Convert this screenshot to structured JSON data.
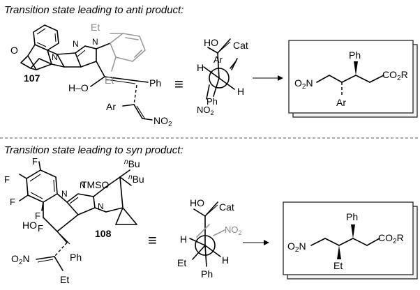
{
  "sections": [
    {
      "heading": "Transition state leading to anti product:",
      "compound_number": "107",
      "ts_labels": {
        "et_aryl": "Et",
        "et_lower": "Et",
        "o": "O",
        "ho": "H–O",
        "ph": "Ph",
        "ar": "Ar",
        "no2": "NO",
        "no2_sub": "2"
      },
      "newman_labels": {
        "ho": "HO",
        "cat": "Cat",
        "ar": "Ar",
        "h_left": "H",
        "h_right": "H",
        "ph": "Ph",
        "no2": "NO",
        "no2_sub": "2"
      },
      "product": {
        "o2n_a": "O",
        "o2n_sub": "2",
        "o2n_b": "N",
        "ph": "Ph",
        "ar": "Ar",
        "co2r_a": "CO",
        "co2r_sub": "2",
        "co2r_b": "R"
      },
      "equivalence_symbol": "≡"
    },
    {
      "heading": "Transition state leading to syn product:",
      "compound_number": "108",
      "ts_labels": {
        "f": "F",
        "tms": "TMSO",
        "nbu_sup": "n",
        "bu": "Bu",
        "ho": "HO",
        "o2n_a": "O",
        "o2n_sub": "2",
        "o2n_b": "N",
        "ph": "Ph",
        "et": "Et"
      },
      "newman_labels": {
        "ho": "HO",
        "cat": "Cat",
        "no2": "NO",
        "no2_sub": "2",
        "h_left": "H",
        "h_right": "H",
        "et": "Et",
        "ph": "Ph"
      },
      "product": {
        "o2n_a": "O",
        "o2n_sub": "2",
        "o2n_b": "N",
        "ph": "Ph",
        "et": "Et",
        "co2r_a": "CO",
        "co2r_sub": "2",
        "co2r_b": "R"
      },
      "equivalence_symbol": "≡"
    }
  ]
}
